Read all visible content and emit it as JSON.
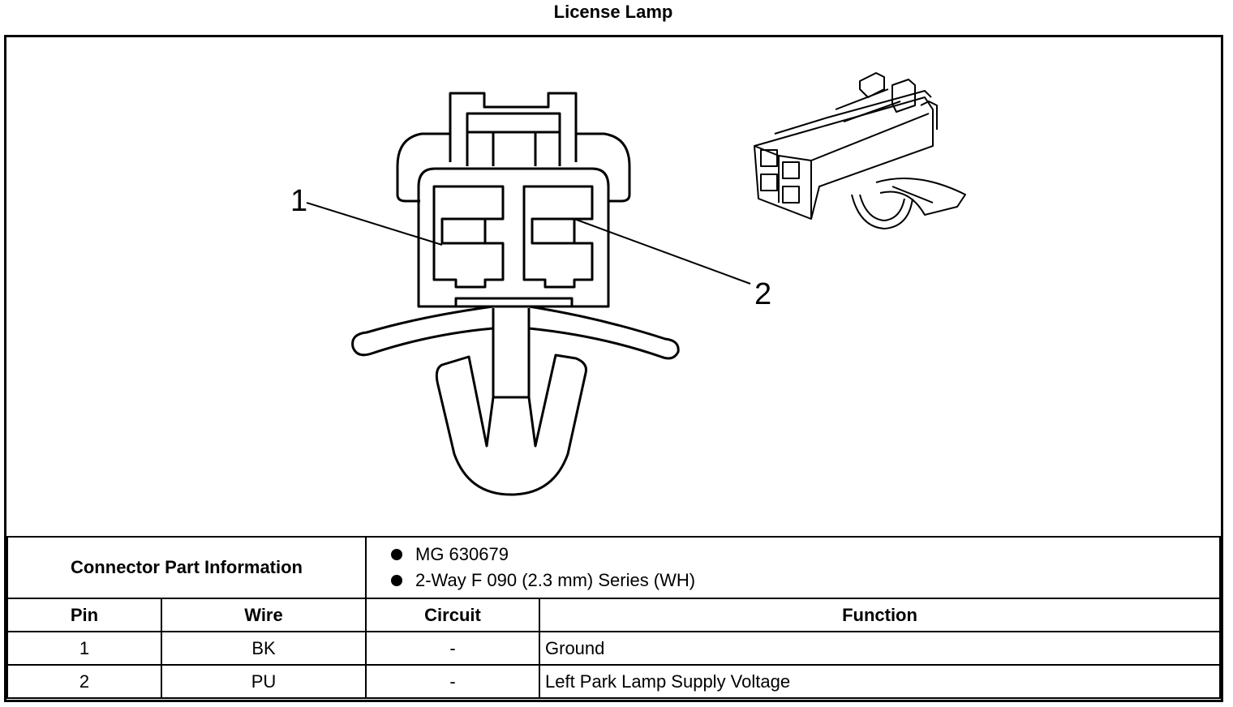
{
  "title": "License Lamp",
  "callouts": {
    "pin1": "1",
    "pin2": "2"
  },
  "part_info": {
    "label": "Connector Part Information",
    "items": [
      "MG 630679",
      "2-Way F 090 (2.3 mm) Series (WH)"
    ]
  },
  "columns": [
    "Pin",
    "Wire",
    "Circuit",
    "Function"
  ],
  "rows": [
    {
      "pin": "1",
      "wire": "BK",
      "circuit": "-",
      "function": "Ground"
    },
    {
      "pin": "2",
      "wire": "PU",
      "circuit": "-",
      "function": "Left Park Lamp Supply Voltage"
    }
  ]
}
